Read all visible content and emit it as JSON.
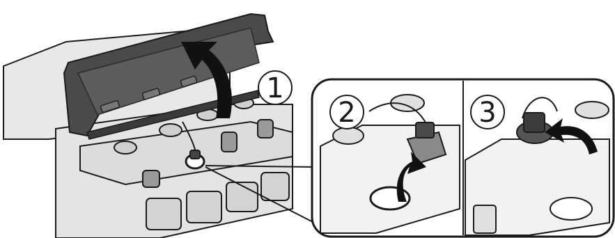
{
  "steps": [
    {
      "number": "1"
    },
    {
      "number": "2"
    },
    {
      "number": "3"
    }
  ],
  "colors": {
    "outline": "#1a1a1a",
    "lid": "#4a4a4a",
    "body": "#e6e6e6",
    "arrow": "#111111",
    "cap": "#555555"
  }
}
